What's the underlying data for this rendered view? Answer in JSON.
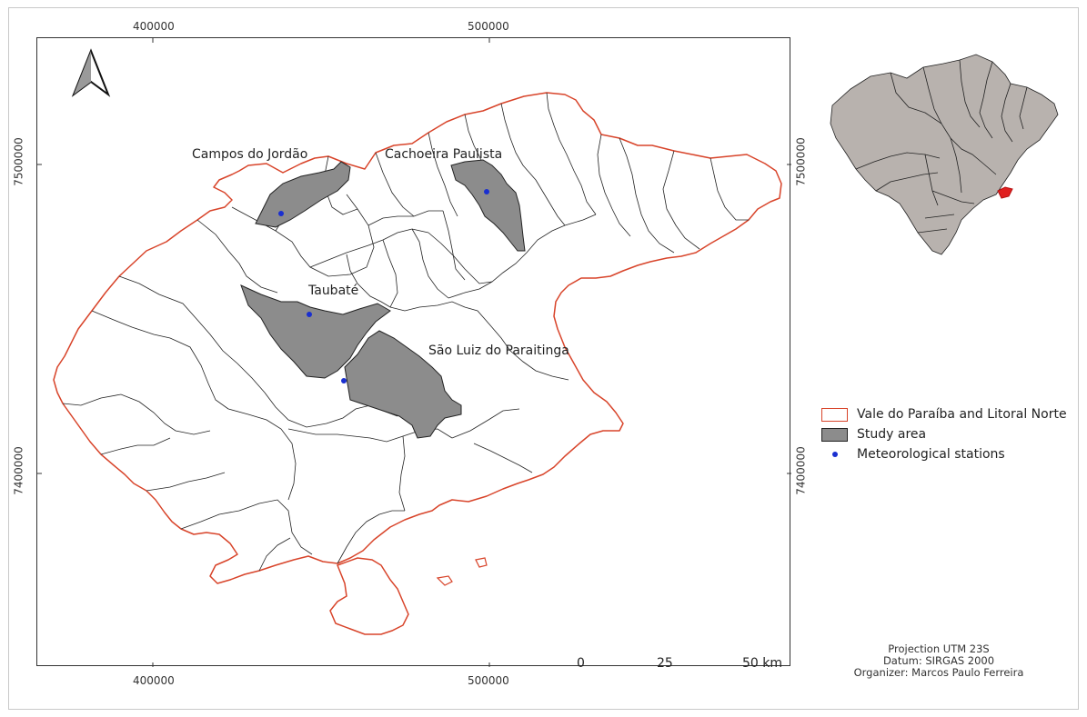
{
  "grid_labels": {
    "top_x": [
      "400000",
      "500000"
    ],
    "bottom_x": [
      "400000",
      "500000"
    ],
    "left_y": [
      "7500000",
      "7400000"
    ],
    "right_y": [
      "7500000",
      "7400000"
    ]
  },
  "place_labels": {
    "campos": "Campos do Jordão",
    "cachoeira": "Cachoeira Paulista",
    "taubate": "Taubaté",
    "sao_luiz": "São Luiz do Paraitinga"
  },
  "scale_bar": {
    "l0": "0",
    "l1": "25",
    "l2": "50 km"
  },
  "legend": {
    "region": "Vale do Paraíba and Litoral Norte",
    "study": "Study area",
    "stations": "Meteorological stations"
  },
  "credits": {
    "projection": "Projection UTM 23S",
    "datum": "Datum: SIRGAS 2000",
    "organizer": "Organizer: Marcos Paulo Ferreira"
  },
  "colors": {
    "region_outline": "#d8442a",
    "study_fill": "#8c8c8c",
    "station": "#1a2fd0",
    "inset_fill": "#b8b2ae"
  },
  "icons": {
    "north": "north-arrow-icon"
  }
}
